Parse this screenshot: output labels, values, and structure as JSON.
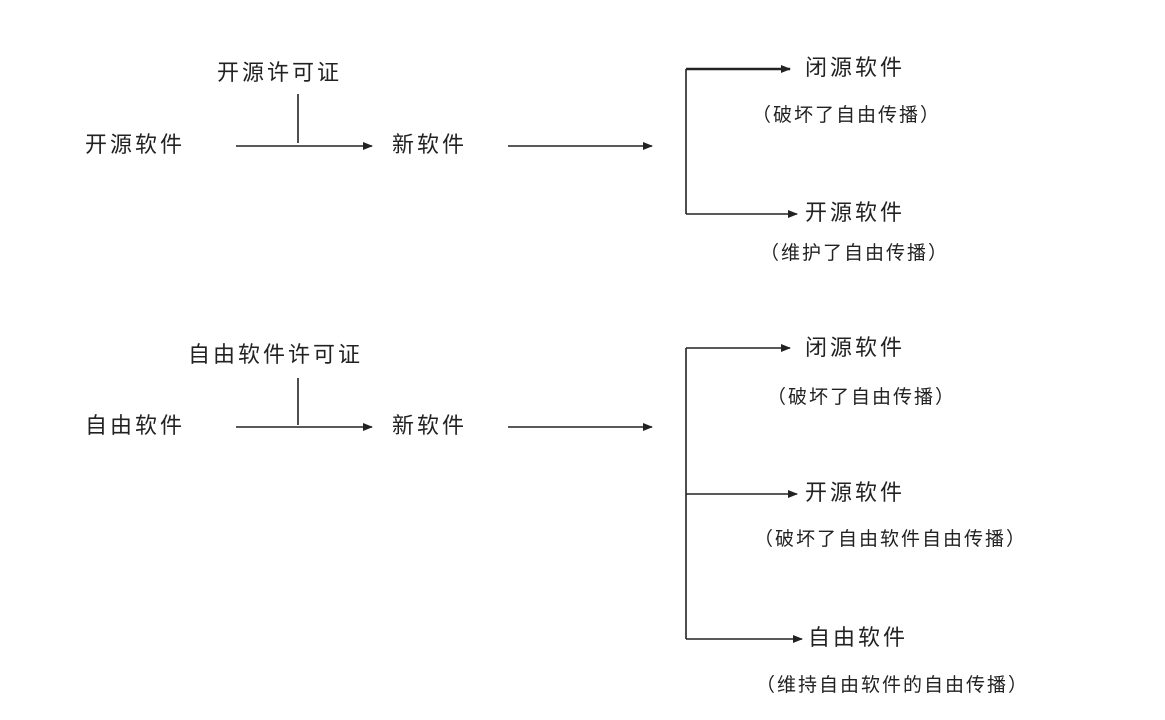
{
  "diagram_top": {
    "license": "开源许可证",
    "source": "开源软件",
    "middle": "新软件",
    "outcomes": [
      {
        "name": "闭源软件",
        "note": "（破坏了自由传播）"
      },
      {
        "name": "开源软件",
        "note": "（维护了自由传播）"
      }
    ]
  },
  "diagram_bottom": {
    "license": "自由软件许可证",
    "source": "自由软件",
    "middle": "新软件",
    "outcomes": [
      {
        "name": "闭源软件",
        "note": "（破坏了自由传播）"
      },
      {
        "name": "开源软件",
        "note": "（破坏了自由软件自由传播）"
      },
      {
        "name": "自由软件",
        "note": "（维持自由软件的自由传播）"
      }
    ]
  },
  "colors": {
    "stroke": "#222222",
    "text": "#222222"
  }
}
